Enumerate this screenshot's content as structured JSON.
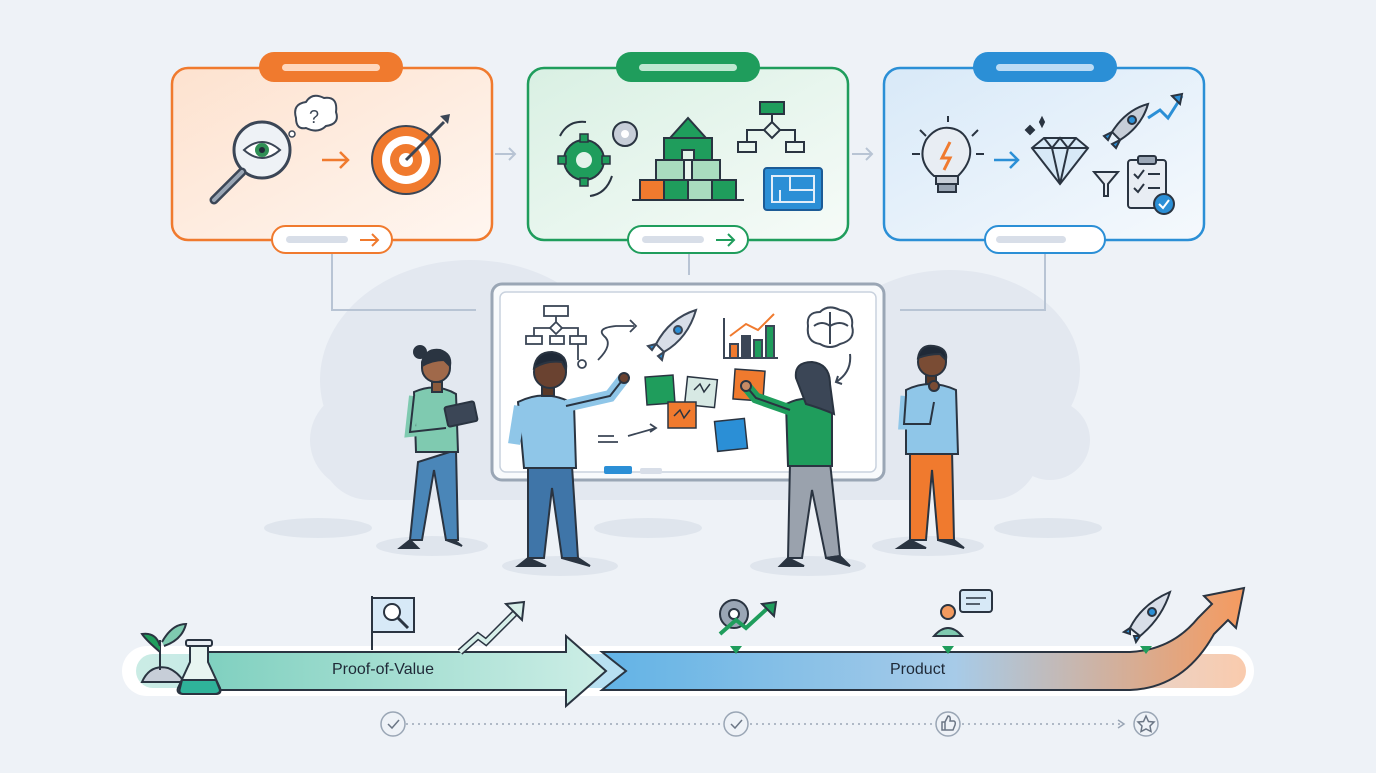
{
  "stages": [
    {
      "name": "discovery-stage",
      "accent": "#f07a2e",
      "fill": "#fde9dc",
      "icons": [
        "magnifier-eye-icon",
        "thought-bubble-question-icon",
        "arrow-right-icon",
        "target-arrow-icon"
      ]
    },
    {
      "name": "build-stage",
      "accent": "#1f9d5c",
      "fill": "#e3f3ea",
      "icons": [
        "gears-cycle-icon",
        "building-blocks-icon",
        "flowchart-icon",
        "blueprint-icon"
      ]
    },
    {
      "name": "launch-stage",
      "accent": "#2b8fd6",
      "fill": "#e2eef9",
      "icons": [
        "lightbulb-icon",
        "arrow-right-icon",
        "diamond-icon",
        "rocket-growth-icon",
        "funnel-icon",
        "checklist-icon"
      ]
    }
  ],
  "whiteboard": {
    "icons": [
      "flowchart-icon",
      "rocket-icon",
      "bar-chart-growth-icon",
      "brain-icon",
      "sticky-notes-icon"
    ]
  },
  "timeline": {
    "phase1_label": "Proof-of-Value",
    "phase2_label": "Product",
    "colors": {
      "start": "#5cc3b0",
      "mid": "#6bb6e6",
      "end": "#f39a5e"
    },
    "milestones": [
      "check-icon",
      "check-icon",
      "thumbs-up-icon",
      "star-icon"
    ]
  }
}
